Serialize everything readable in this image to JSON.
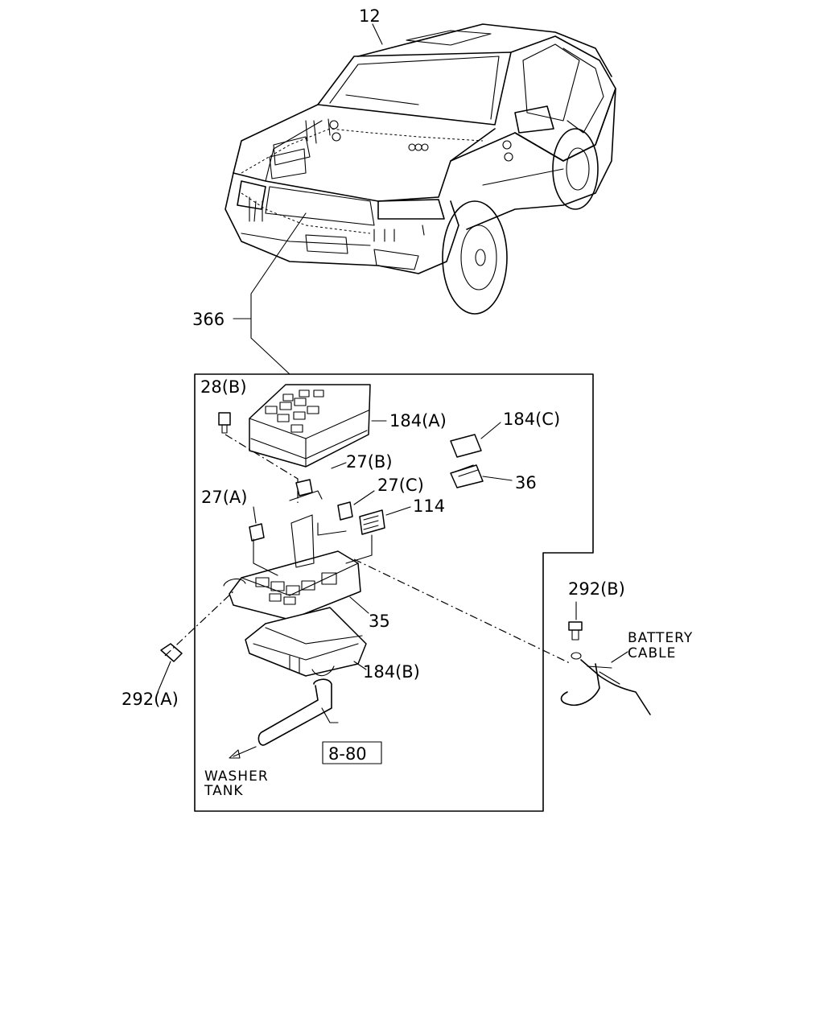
{
  "labels": {
    "p12": "12",
    "p366": "366",
    "p28b": "28(B)",
    "p184a": "184(A)",
    "p184c": "184(C)",
    "p27b": "27(B)",
    "p27c": "27(C)",
    "p36": "36",
    "p27a": "27(A)",
    "p114": "114",
    "p292b": "292(B)",
    "battery_line1": "BATTERY",
    "battery_line2": "CABLE",
    "p35": "35",
    "p184b": "184(B)",
    "p292a": "292(A)",
    "ref_box": "8-80",
    "washer_line1": "WASHER",
    "washer_line2": "TANK"
  }
}
